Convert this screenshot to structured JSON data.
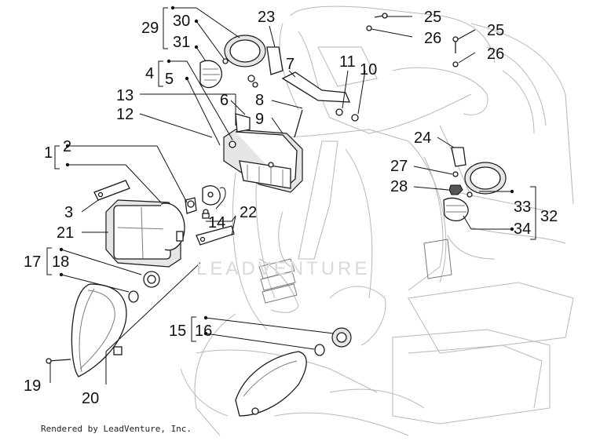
{
  "callouts": {
    "c1": "1",
    "c2": "2",
    "c3": "3",
    "c4": "4",
    "c5": "5",
    "c6": "6",
    "c7": "7",
    "c8": "8",
    "c9": "9",
    "c10": "10",
    "c11": "11",
    "c12": "12",
    "c13": "13",
    "c14": "14",
    "c15": "15",
    "c16": "16",
    "c17": "17",
    "c18": "18",
    "c19": "19",
    "c20": "20",
    "c21": "21",
    "c22": "22",
    "c23": "23",
    "c24": "24",
    "c25a": "25",
    "c25b": "25",
    "c26a": "26",
    "c26b": "26",
    "c27": "27",
    "c28": "28",
    "c29": "29",
    "c30": "30",
    "c31": "31",
    "c32": "32",
    "c33": "33",
    "c34": "34"
  },
  "watermark": "LEADVENTURE",
  "footer": "Rendered by LeadVenture, Inc."
}
